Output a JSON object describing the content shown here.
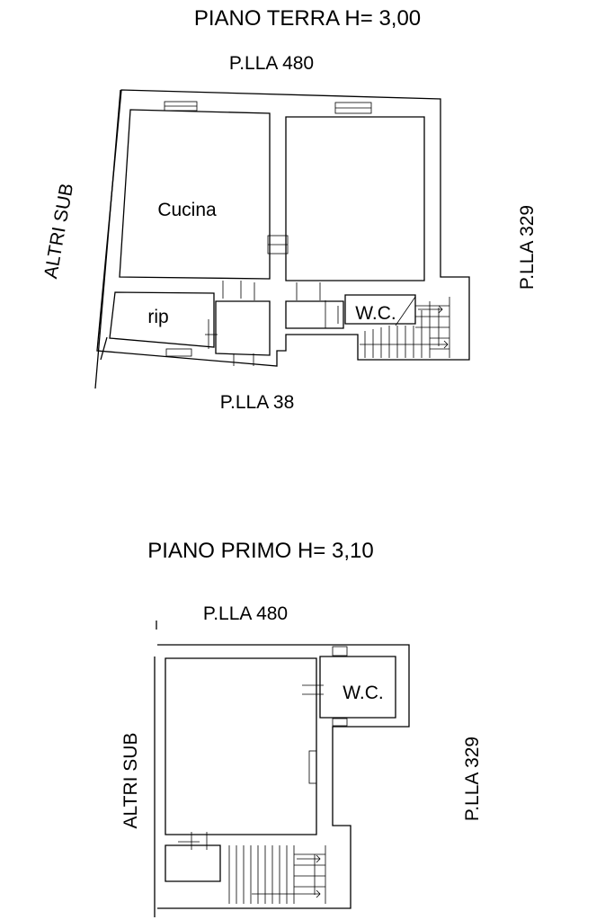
{
  "ground_floor": {
    "title": "PIANO TERRA H= 3,00",
    "north": "P.LLA 480",
    "south": "P.LLA 38",
    "west": "ALTRI SUB",
    "east": "P.LLA 329",
    "rooms": {
      "kitchen": "Cucina",
      "storage": "rip",
      "wc": "W.C."
    }
  },
  "first_floor": {
    "title": "PIANO PRIMO H= 3,10",
    "north": "P.LLA 480",
    "west": "ALTRI SUB",
    "east": "P.LLA 329",
    "rooms": {
      "wc": "W.C."
    }
  }
}
